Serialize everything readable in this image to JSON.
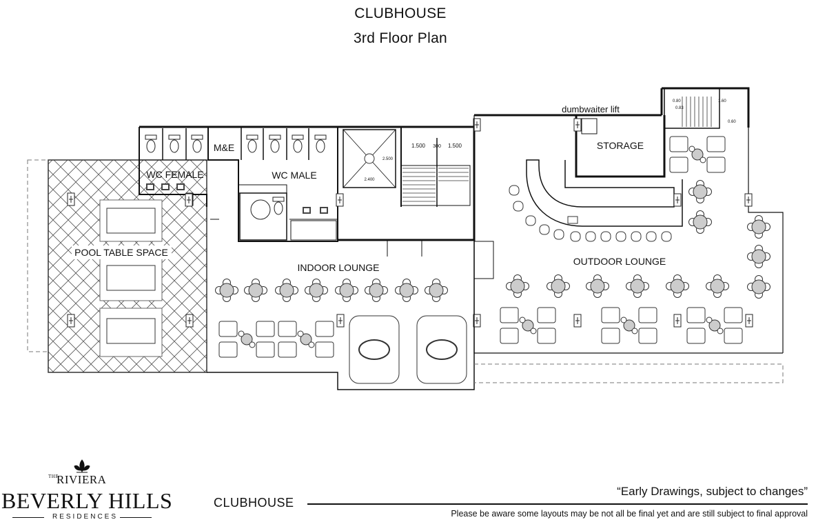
{
  "header": {
    "title": "CLUBHOUSE",
    "subtitle": "3rd Floor Plan"
  },
  "rooms": {
    "wc_female": "WC FEMALE",
    "me": "M&E",
    "wc_male": "WC MALE",
    "pool_table_space": "POOL TABLE SPACE",
    "indoor_lounge": "INDOOR LOUNGE",
    "outdoor_lounge": "OUTDOOR LOUNGE",
    "storage": "STORAGE",
    "dumbwaiter_lift": "dumbwaiter lift"
  },
  "dimensions": {
    "stair_left": "1.500",
    "stair_right": "1.500",
    "stair_mid": "300",
    "lift_w": "2.500",
    "lift_h": "2.400",
    "small_a": "0.80",
    "small_b": "0.83",
    "small_c": "0.60",
    "small_d": "1.60"
  },
  "footer": {
    "section_label": "CLUBHOUSE",
    "note": "“Early Drawings, subject to changes”",
    "disclaimer": "Please be aware some layouts may be not all be final yet and are still subject to final approval"
  },
  "logo": {
    "the": "THE",
    "riviera": "RIVIERA",
    "brand": "BEVERLY HILLS",
    "residences": "RESIDENCES"
  }
}
